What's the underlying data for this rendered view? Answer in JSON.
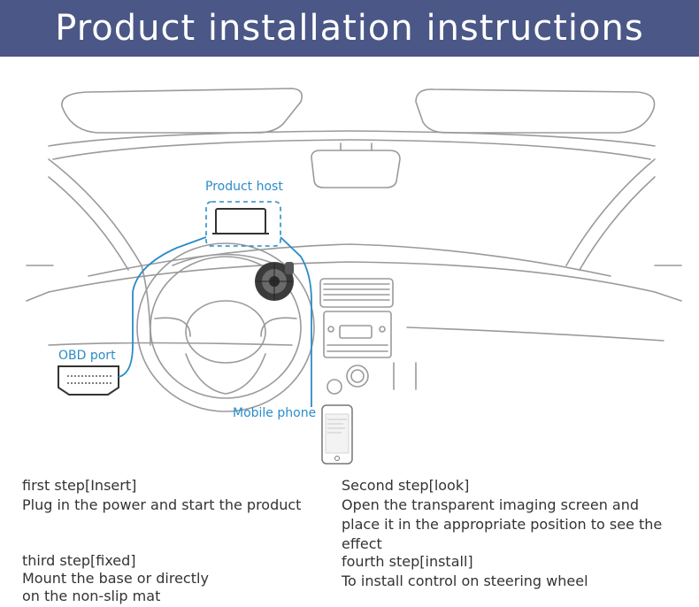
{
  "banner": {
    "title": "Product installation instructions"
  },
  "labels": {
    "product_host": "Product host",
    "obd_port": "OBD port",
    "mobile_phone": "Mobile phone"
  },
  "steps": [
    {
      "title": "first step[Insert]",
      "lines": [
        "Plug in the power and start the product"
      ]
    },
    {
      "title": "Second step[look]",
      "lines": [
        "Open the transparent imaging screen and",
        "place it in the appropriate position to see the effect"
      ]
    },
    {
      "title": "third step[fixed]",
      "lines": [
        "Mount the base or directly",
        "on the non-slip mat"
      ]
    },
    {
      "title": "fourth step[install]",
      "lines": [
        "To install control on steering wheel"
      ]
    }
  ],
  "colors": {
    "banner": "#4b5786",
    "accent_blue": "#2a8cc8",
    "line_art": "#9a9a9a"
  }
}
